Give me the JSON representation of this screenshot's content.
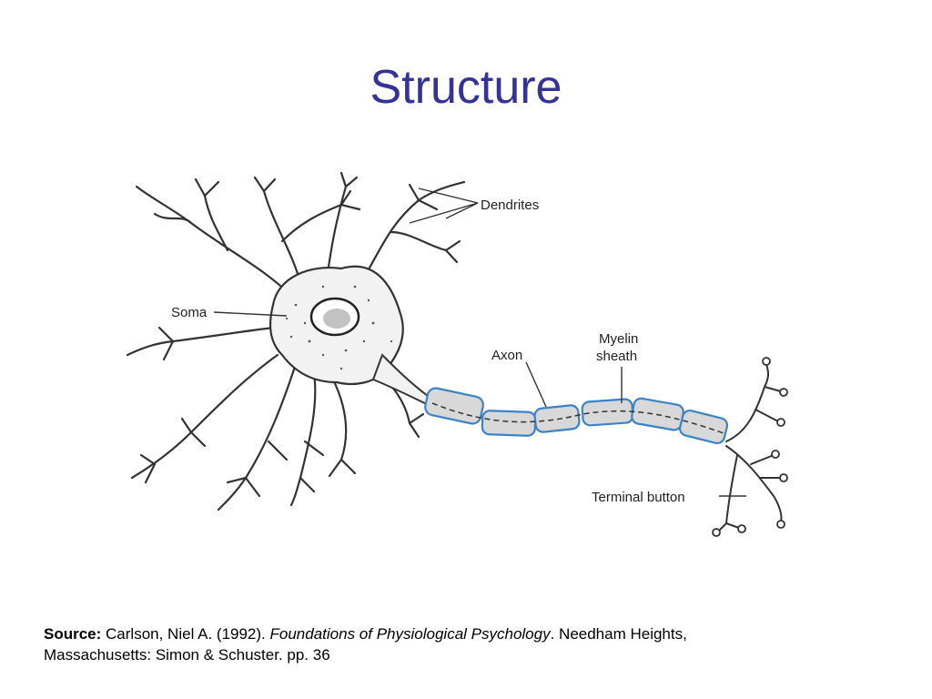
{
  "title": "Structure",
  "diagram": {
    "labels": {
      "dendrites": "Dendrites",
      "soma": "Soma",
      "axon": "Axon",
      "myelin_line1": "Myelin",
      "myelin_line2": "sheath",
      "terminal": "Terminal button"
    },
    "colors": {
      "myelin_outline": "#3b82c8",
      "myelin_fill": "#d8d8d8",
      "line": "#333333"
    }
  },
  "citation": {
    "label": "Source:",
    "authors": "Carlson, Niel A. (1992).",
    "book": "Foundations of Physiological Psychology",
    "rest_line1": ". Needham Heights,",
    "rest_line2": "Massachusetts: Simon & Schuster. pp. 36"
  }
}
